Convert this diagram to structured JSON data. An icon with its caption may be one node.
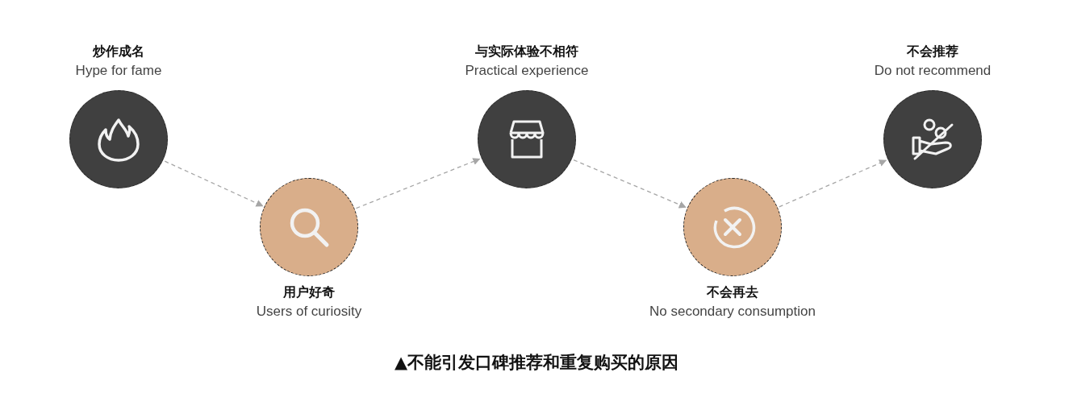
{
  "diagram": {
    "caption": "▲不能引发口碑推荐和重复购买的原因",
    "nodes": [
      {
        "text": [
          "炒作成名",
          "Hype for fame"
        ]
      },
      {
        "text": [
          "用户好奇",
          "Users of curiosity"
        ]
      },
      {
        "text": [
          "与实际体验不相符",
          "Practical experience"
        ]
      },
      {
        "text": [
          "不会再去",
          "No secondary consumption"
        ]
      },
      {
        "text": [
          "不会推荐",
          "Do not recommend"
        ]
      }
    ],
    "edges": [
      {
        "from": 0,
        "to": 1,
        "arrow": "to"
      },
      {
        "from": 1,
        "to": 2,
        "arrow": "to"
      },
      {
        "from": 2,
        "to": 3,
        "arrow": "to"
      },
      {
        "from": 3,
        "to": 4,
        "arrow": "to"
      }
    ]
  }
}
